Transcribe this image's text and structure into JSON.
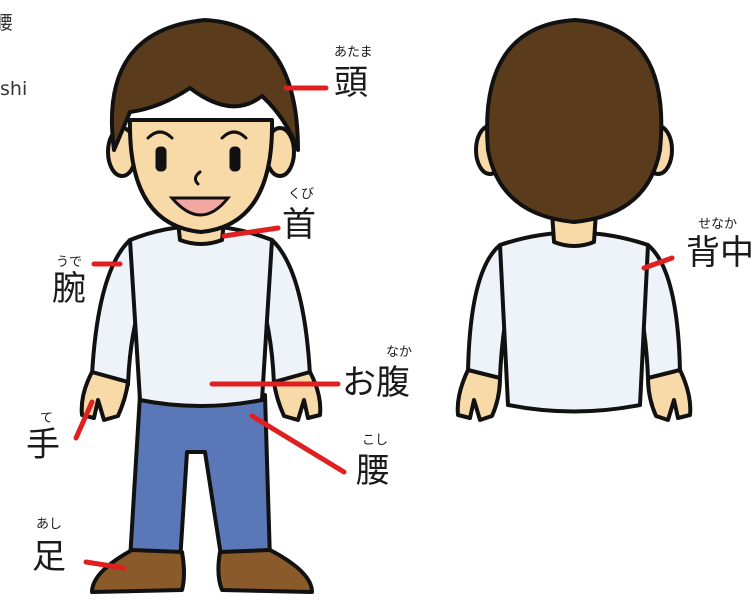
{
  "colors": {
    "hair": "#5a3c1c",
    "skin": "#f8d9a8",
    "shirt": "#eef3fa",
    "pants": "#5a78b8",
    "shoes": "#8b5a2b",
    "pointer": "#e02020",
    "outline": "#111111"
  },
  "fragments": {
    "top_kanji": "腰",
    "side_text": "shi"
  },
  "labels": {
    "head": {
      "reading": "あたま",
      "kanji": "頭"
    },
    "neck": {
      "reading": "くび",
      "kanji": "首"
    },
    "arm": {
      "reading": "うで",
      "kanji": "腕"
    },
    "belly": {
      "reading": "なか",
      "kanji": "お腹"
    },
    "hand": {
      "reading": "て",
      "kanji": "手"
    },
    "hips": {
      "reading": "こし",
      "kanji": "腰"
    },
    "feet": {
      "reading": "あし",
      "kanji": "足"
    },
    "back": {
      "reading": "せなか",
      "kanji": "背中"
    }
  }
}
